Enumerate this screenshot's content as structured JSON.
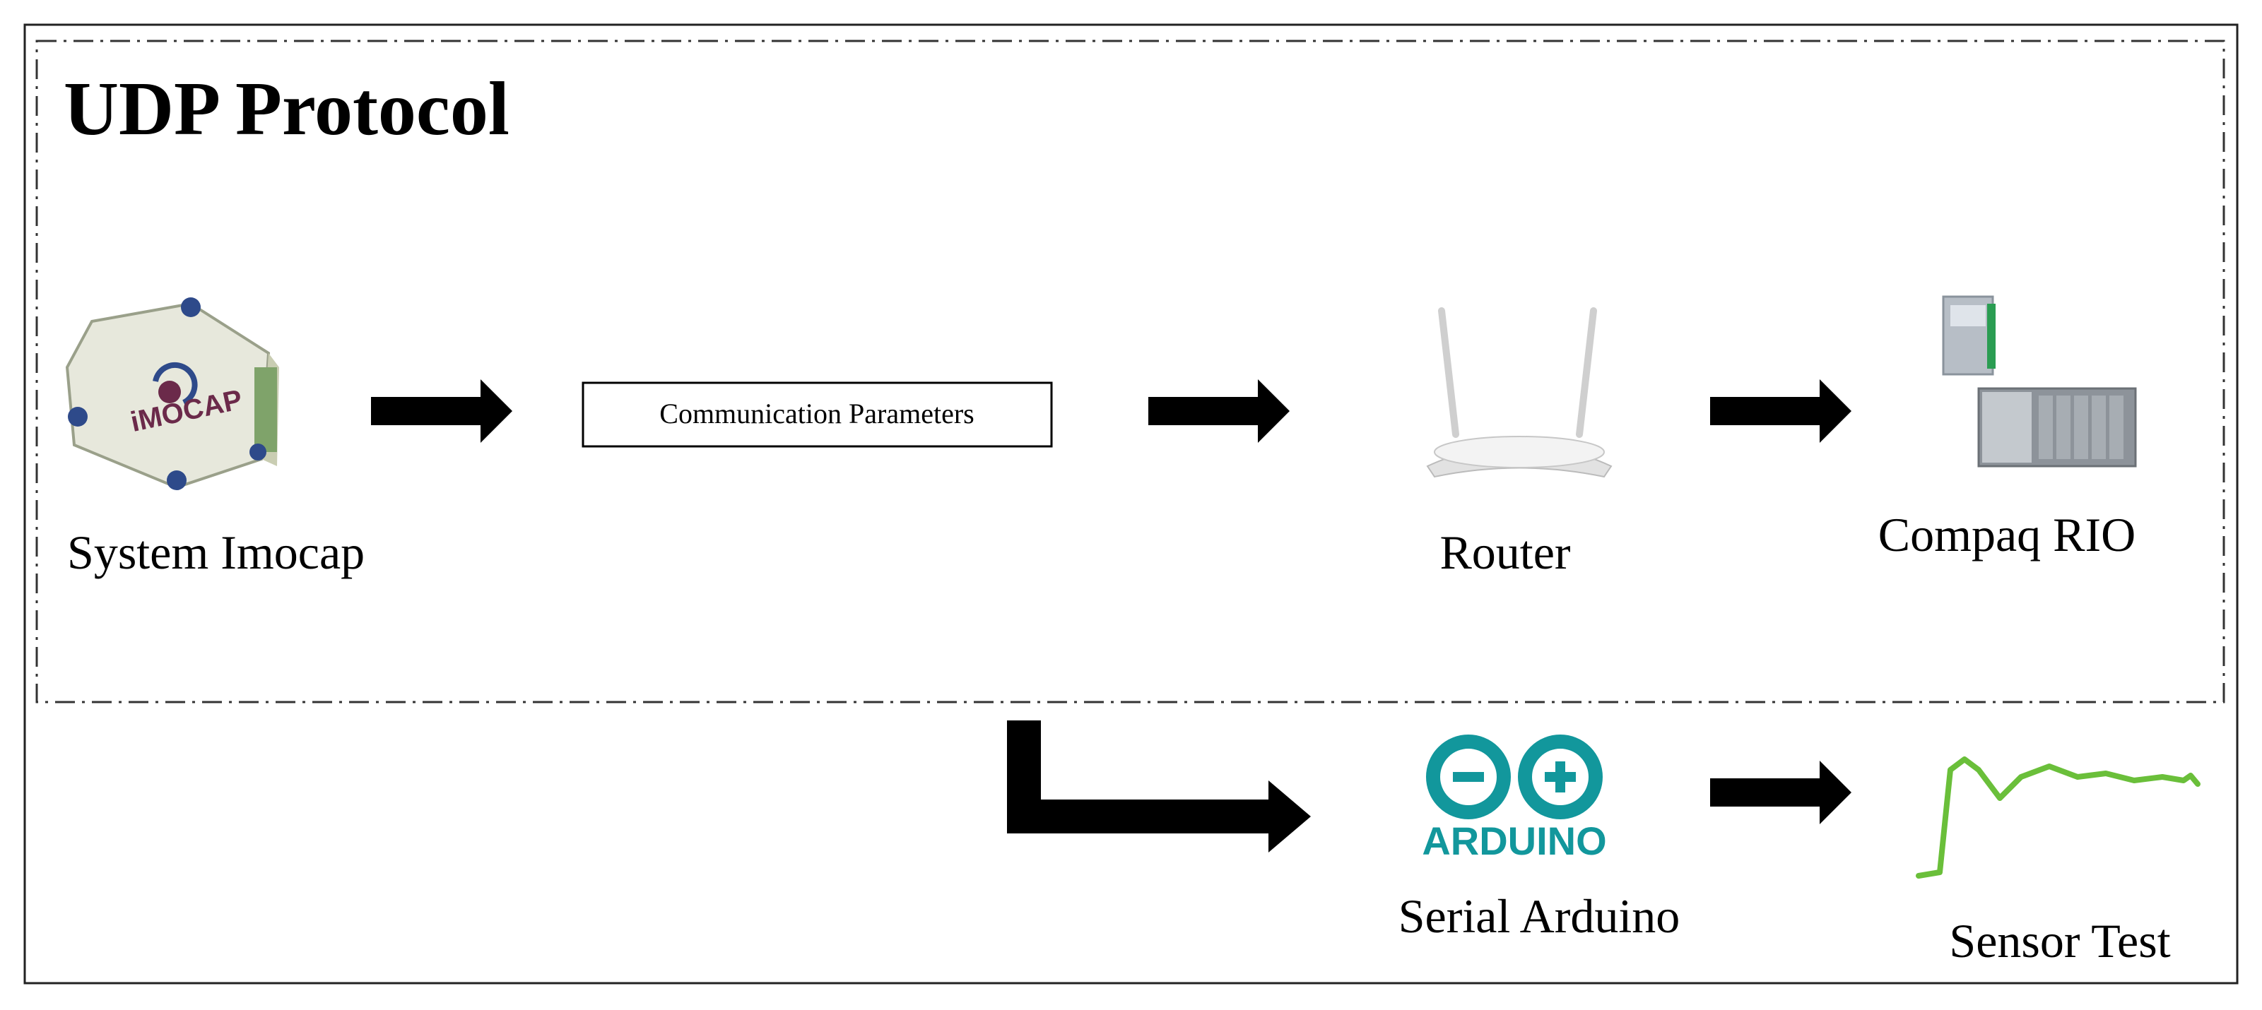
{
  "title": "UDP Protocol",
  "params_box": {
    "label": "Communication Parameters"
  },
  "nodes": [
    {
      "id": "imocap",
      "label": "System Imocap",
      "icon": "imocap-device-icon",
      "logo_text": "iMOCAP"
    },
    {
      "id": "router",
      "label": "Router",
      "icon": "router-icon"
    },
    {
      "id": "compaq-rio",
      "label": "Compaq RIO",
      "icon": "compactrio-icon"
    },
    {
      "id": "arduino",
      "label": "Serial Arduino",
      "icon": "arduino-logo-icon",
      "logo_text": "ARDUINO"
    },
    {
      "id": "sensor-test",
      "label": "Sensor Test",
      "icon": "sensor-signal-icon"
    }
  ],
  "colors": {
    "arrow": "#000000",
    "arduino_teal": "#12979c",
    "signal_green": "#6abf3a",
    "dashed_frame": "#333333"
  }
}
